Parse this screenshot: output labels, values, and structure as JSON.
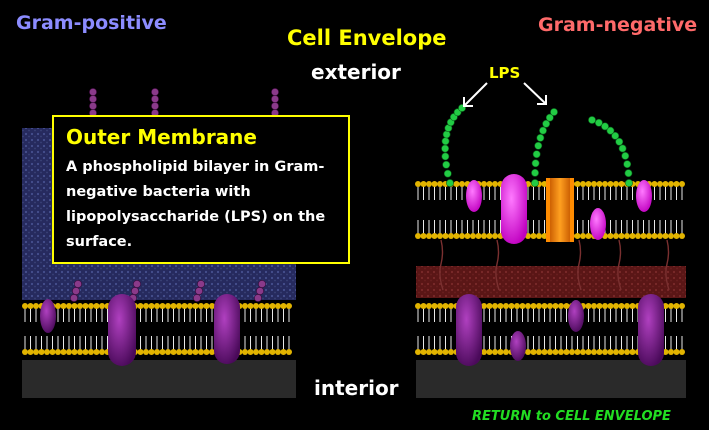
{
  "colors": {
    "gram_positive": "#8c8cff",
    "gram_negative": "#ff6a6a",
    "title": "#ffff00",
    "text": "#ffffff",
    "lps_chain": "#22cc44",
    "phospholipid_head": "#e2b400",
    "protein": "#cc00cc",
    "return_link": "#22dd22"
  },
  "labels": {
    "gram_positive": "Gram-positive",
    "gram_negative": "Gram-negative",
    "cell_envelope": "Cell Envelope",
    "exterior": "exterior",
    "interior": "interior",
    "lps": "LPS"
  },
  "info_box": {
    "heading": "Outer Membrane",
    "body": "A phospholipid bilayer in Gram-negative bacteria with lipopolysaccharide (LPS) on the surface."
  },
  "nav": {
    "return_label": "RETURN to CELL ENVELOPE"
  },
  "icons": [
    "lps-arrow-icon"
  ]
}
